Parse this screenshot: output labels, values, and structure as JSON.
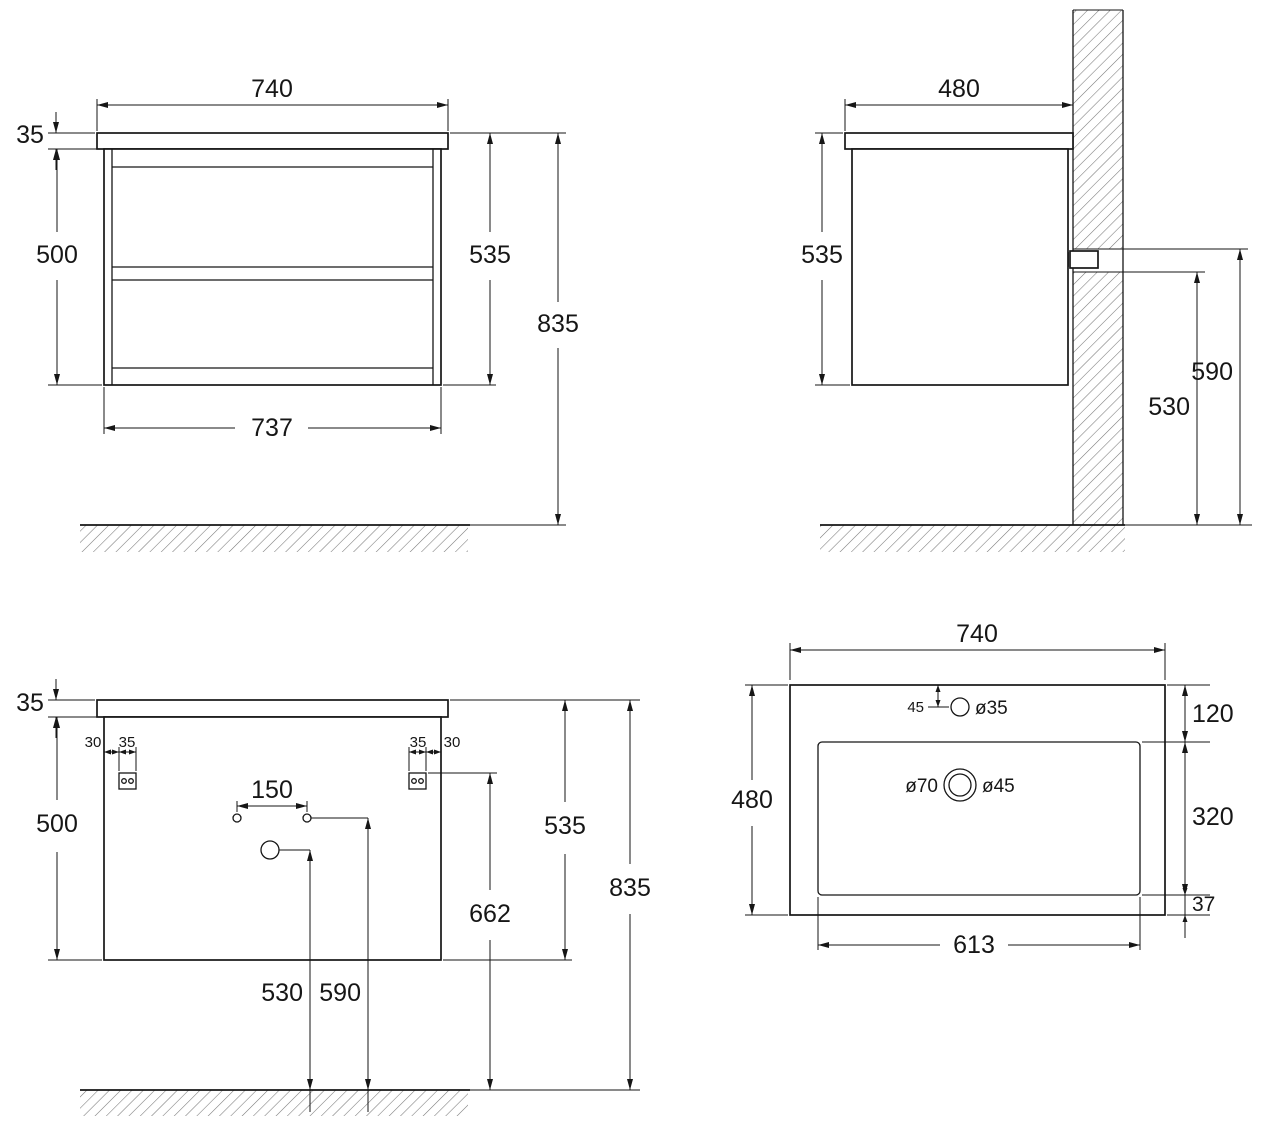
{
  "drawing": {
    "front_view": {
      "width": "740",
      "countertop_thickness": "35",
      "body_height": "500",
      "total_height": "535",
      "top_to_floor": "835",
      "body_width": "737"
    },
    "side_view": {
      "depth": "480",
      "total_height": "535",
      "upper_bracket_to_floor": "590",
      "lower_bracket_to_floor": "530"
    },
    "back_view": {
      "countertop_thickness": "35",
      "left_edge_offset": "30",
      "left_bracket_width": "35",
      "right_bracket_width": "35",
      "right_edge_offset": "30",
      "hole_spacing": "150",
      "body_height": "500",
      "total_height": "535",
      "bracket_to_floor": "662",
      "top_to_floor": "835",
      "drain_to_floor": "530",
      "holes_to_floor": "590"
    },
    "basin_view": {
      "width": "740",
      "faucet_offset": "45",
      "faucet_diameter": "ø35",
      "front_rim": "120",
      "depth": "480",
      "drain_outer": "ø70",
      "drain_inner": "ø45",
      "bowl_depth": "320",
      "back_rim": "37",
      "bowl_width": "613"
    }
  }
}
